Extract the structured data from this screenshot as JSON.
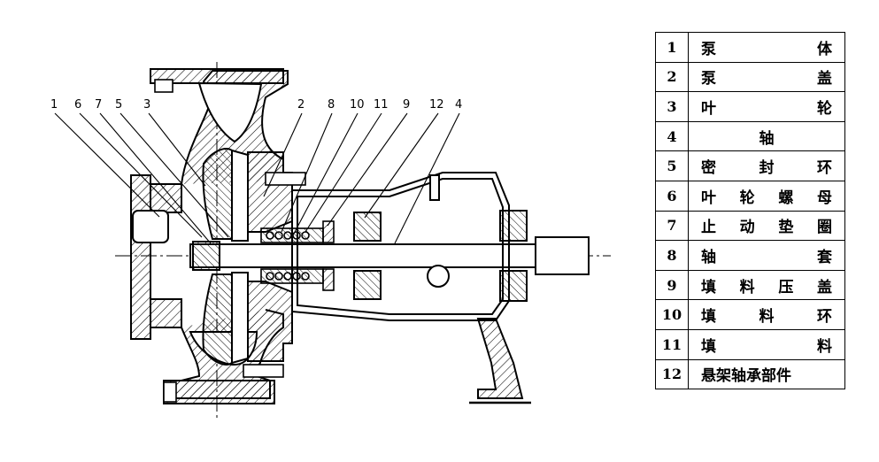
{
  "diagram": {
    "callouts": [
      "1",
      "6",
      "7",
      "5",
      "3",
      "2",
      "8",
      "10",
      "11",
      "9",
      "12",
      "4"
    ]
  },
  "legend": {
    "rows": [
      {
        "num": "1",
        "name": "泵体"
      },
      {
        "num": "2",
        "name": "泵盖"
      },
      {
        "num": "3",
        "name": "叶轮"
      },
      {
        "num": "4",
        "name": "轴"
      },
      {
        "num": "5",
        "name": "密封环"
      },
      {
        "num": "6",
        "name": "叶轮螺母"
      },
      {
        "num": "7",
        "name": "止动垫圈"
      },
      {
        "num": "8",
        "name": "轴套"
      },
      {
        "num": "9",
        "name": "填料压盖"
      },
      {
        "num": "10",
        "name": "填料环"
      },
      {
        "num": "11",
        "name": "填料"
      },
      {
        "num": "12",
        "name": "悬架轴承部件"
      }
    ]
  }
}
